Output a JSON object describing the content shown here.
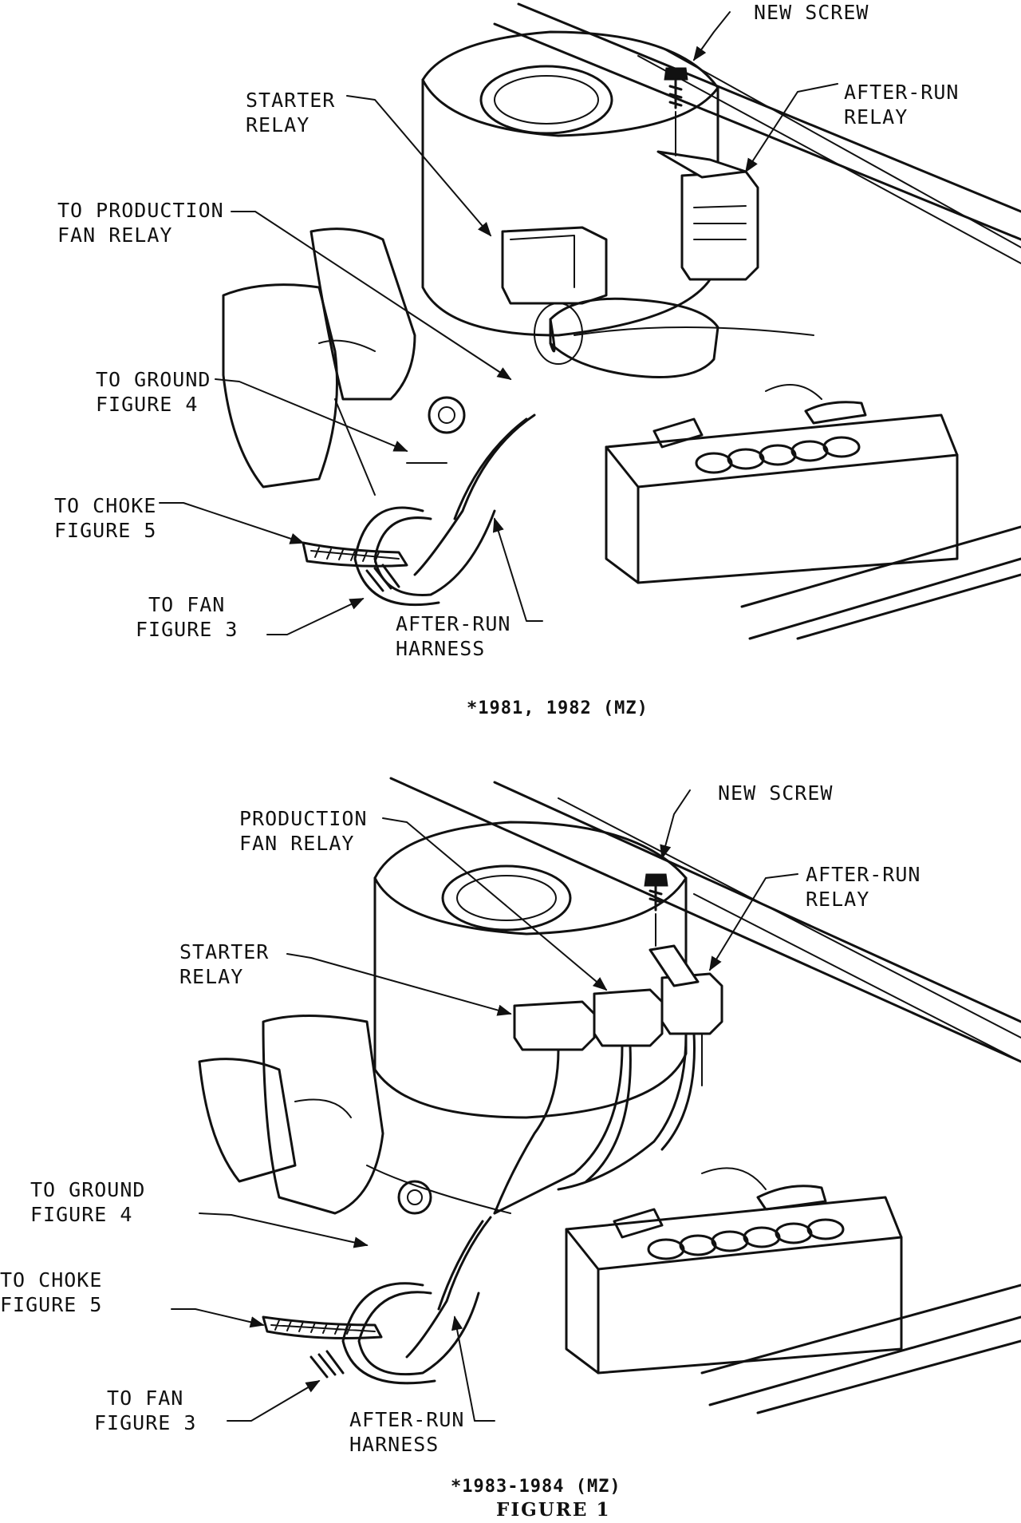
{
  "diagram_1": {
    "labels": {
      "new_screw": "NEW SCREW",
      "after_run_relay": [
        "AFTER-RUN",
        "RELAY"
      ],
      "starter_relay": [
        "STARTER",
        "RELAY"
      ],
      "to_production_fan_relay": [
        "TO PRODUCTION",
        "FAN RELAY"
      ],
      "to_ground": [
        "TO GROUND",
        "FIGURE 4"
      ],
      "to_choke": [
        "TO CHOKE",
        "FIGURE 5"
      ],
      "to_fan": [
        "TO FAN",
        "FIGURE 3"
      ],
      "after_run_harness": [
        "AFTER-RUN",
        "HARNESS"
      ]
    },
    "caption": "*1981, 1982 (MZ)"
  },
  "diagram_2": {
    "labels": {
      "new_screw": "NEW SCREW",
      "production_fan_relay": [
        "PRODUCTION",
        "FAN RELAY"
      ],
      "after_run_relay": [
        "AFTER-RUN",
        "RELAY"
      ],
      "starter_relay": [
        "STARTER",
        "RELAY"
      ],
      "to_ground": [
        "TO GROUND",
        "FIGURE 4"
      ],
      "to_choke": [
        "TO CHOKE",
        "FIGURE 5"
      ],
      "to_fan": [
        "TO FAN",
        "FIGURE 3"
      ],
      "after_run_harness": [
        "AFTER-RUN",
        "HARNESS"
      ]
    },
    "caption": "*1983-1984 (MZ)"
  },
  "figure_label": "FIGURE 1"
}
